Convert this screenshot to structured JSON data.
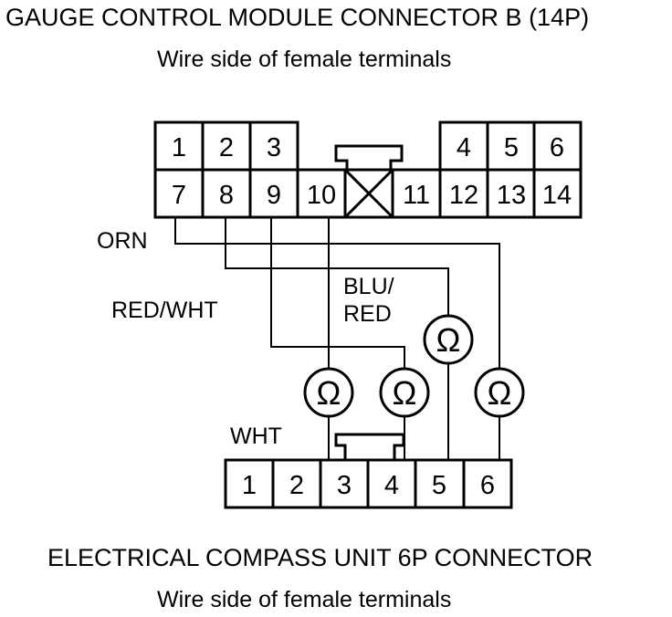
{
  "header": {
    "title": "GAUGE CONTROL MODULE CONNECTOR B (14P)",
    "subtitle": "Wire side of female terminals"
  },
  "footer": {
    "title": "ELECTRICAL COMPASS UNIT 6P CONNECTOR",
    "subtitle": "Wire side of female terminals"
  },
  "connector_b": {
    "top_row": [
      "1",
      "2",
      "3",
      "4",
      "5",
      "6"
    ],
    "bottom_row": [
      "7",
      "8",
      "9",
      "10",
      "11",
      "12",
      "13",
      "14"
    ]
  },
  "compass_connector": {
    "pins": [
      "1",
      "2",
      "3",
      "4",
      "5",
      "6"
    ]
  },
  "wire_labels": {
    "orn": "ORN",
    "red_wht": "RED/WHT",
    "blu_red_line1": "BLU/",
    "blu_red_line2": "RED",
    "wht": "WHT"
  },
  "ohmmeters": [
    {
      "symbol": "Ω",
      "from": "10",
      "to": "3"
    },
    {
      "symbol": "Ω",
      "from": "9",
      "to": "4"
    },
    {
      "symbol": "Ω",
      "from": "8",
      "to": "5"
    },
    {
      "symbol": "Ω",
      "from": "7",
      "to": "6"
    }
  ]
}
